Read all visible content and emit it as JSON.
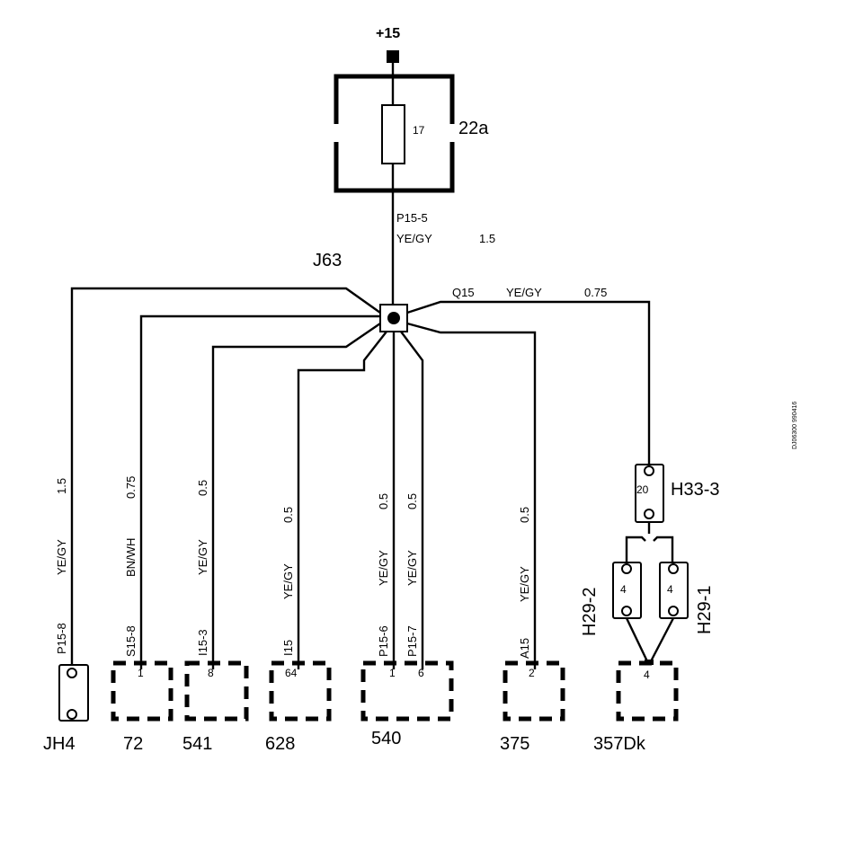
{
  "supply": {
    "label": "+15"
  },
  "fuse_box": {
    "label": "22a",
    "fuse_number": "17"
  },
  "main_wire": {
    "circuit": "P15-5",
    "color": "YE/GY",
    "size": "1.5"
  },
  "junction": {
    "label": "J63"
  },
  "q15_wire": {
    "circuit": "Q15",
    "color": "YE/GY",
    "size": "0.75"
  },
  "branches": [
    {
      "size": "1.5",
      "color": "YE/GY",
      "circuit": "P15-8"
    },
    {
      "size": "0.75",
      "color": "BN/WH",
      "circuit": "S15-8"
    },
    {
      "size": "0.5",
      "color": "YE/GY",
      "circuit": "I15-3"
    },
    {
      "size": "0.5",
      "color": "YE/GY",
      "circuit": "I15"
    },
    {
      "size": "0.5",
      "color": "YE/GY",
      "circuit": "P15-6"
    },
    {
      "size": "0.5",
      "color": "YE/GY",
      "circuit": "P15-7"
    },
    {
      "size": "0.5",
      "color": "YE/GY",
      "circuit": "A15"
    }
  ],
  "connectors": {
    "jh4": {
      "label": "JH4"
    },
    "c72": {
      "label": "72",
      "pin": "1"
    },
    "c541": {
      "label": "541",
      "pin": "8"
    },
    "c628": {
      "label": "628",
      "pin": "64"
    },
    "c540": {
      "label": "540",
      "pin_a": "1",
      "pin_b": "6"
    },
    "c375": {
      "label": "375",
      "pin": "2"
    },
    "c357dk": {
      "label": "357Dk",
      "pin": "4"
    }
  },
  "h33": {
    "label": "H33-3",
    "pin": "20"
  },
  "h29_2": {
    "label": "H29-2",
    "pin": "4"
  },
  "h29_1": {
    "label": "H29-1",
    "pin": "4"
  },
  "ref_code": "DJ06300 990416"
}
